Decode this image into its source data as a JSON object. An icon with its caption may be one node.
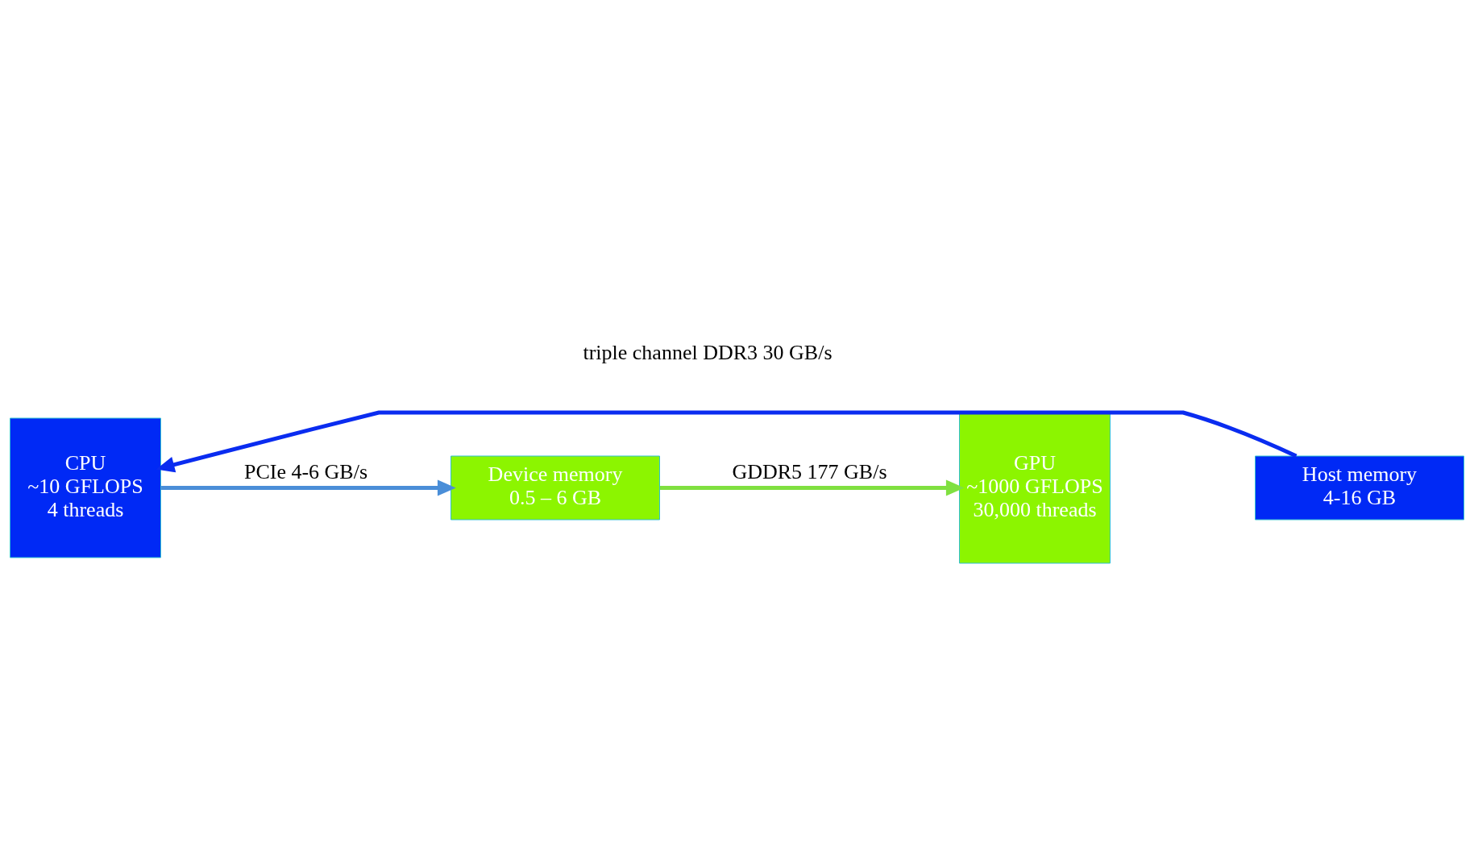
{
  "diagram": {
    "nodes": [
      {
        "text": [
          "CPU",
          "~10 GFLOPS",
          "4 threads"
        ]
      },
      {
        "text": [
          "Device memory",
          "0.5 – 6 GB"
        ]
      },
      {
        "text": [
          "GPU",
          "~1000 GFLOPS",
          "30,000 threads"
        ]
      },
      {
        "text": [
          "Host memory",
          "4-16 GB"
        ]
      }
    ],
    "edges": [
      {
        "from": 0,
        "to": 1,
        "arrow": "to",
        "label": "PCIe 4-6 GB/s",
        "color": "#4a8ed8"
      },
      {
        "from": 1,
        "to": 2,
        "arrow": "to",
        "label": "GDDR5 177 GB/s",
        "color": "#80e040"
      },
      {
        "from": 3,
        "to": 0,
        "arrow": "to",
        "label": "triple channel DDR3 30 GB/s",
        "color": "#0a2cf0"
      }
    ]
  }
}
